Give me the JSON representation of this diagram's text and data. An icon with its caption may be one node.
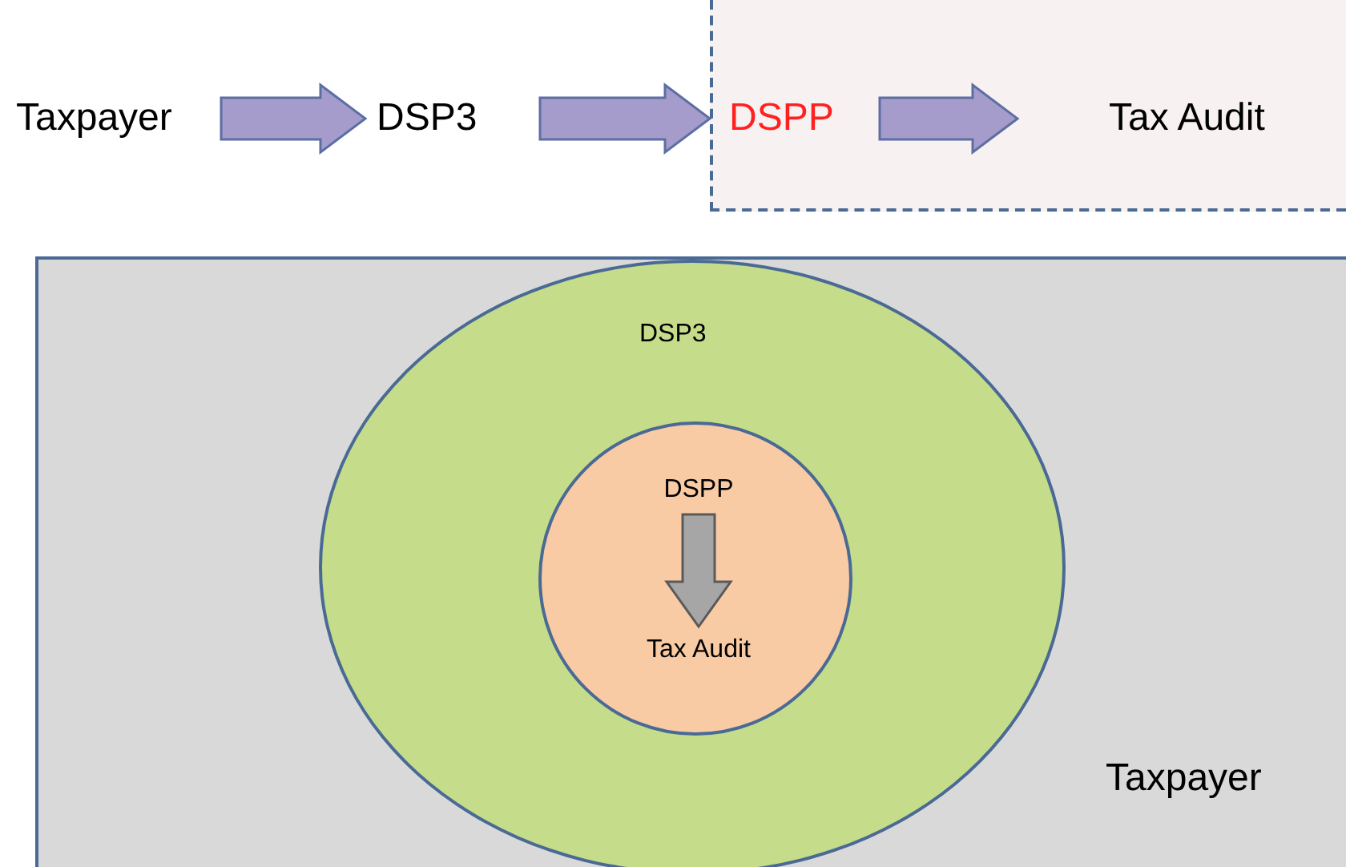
{
  "diagram": {
    "nodes": [
      {
        "text": [
          "Taxpayer"
        ]
      },
      {
        "text": [
          "DSP3"
        ]
      },
      {
        "text": [],
        "shape": "box"
      },
      {
        "text": [
          "DSPP"
        ],
        "in": 2
      },
      {
        "text": [
          "Tax Audit"
        ],
        "in": 2
      },
      {
        "text": [
          "Taxpayer"
        ]
      },
      {
        "text": [
          "DSP3"
        ],
        "in": 5
      },
      {
        "text": [],
        "shape": "circle",
        "in": 6
      },
      {
        "text": [
          "DSPP"
        ],
        "in": 7
      },
      {
        "text": [
          "Tax Audit"
        ],
        "in": 7
      }
    ],
    "edges": [
      {
        "from": 0,
        "to": 1,
        "arrow": "to",
        "style": "thick"
      },
      {
        "from": 1,
        "to": 2,
        "arrow": "to",
        "style": "thick"
      },
      {
        "from": 3,
        "to": 4,
        "arrow": "to",
        "style": "thick"
      },
      {
        "from": 8,
        "to": 9,
        "arrow": "to",
        "style": "thick",
        "color": "#a6a6a6"
      }
    ]
  }
}
